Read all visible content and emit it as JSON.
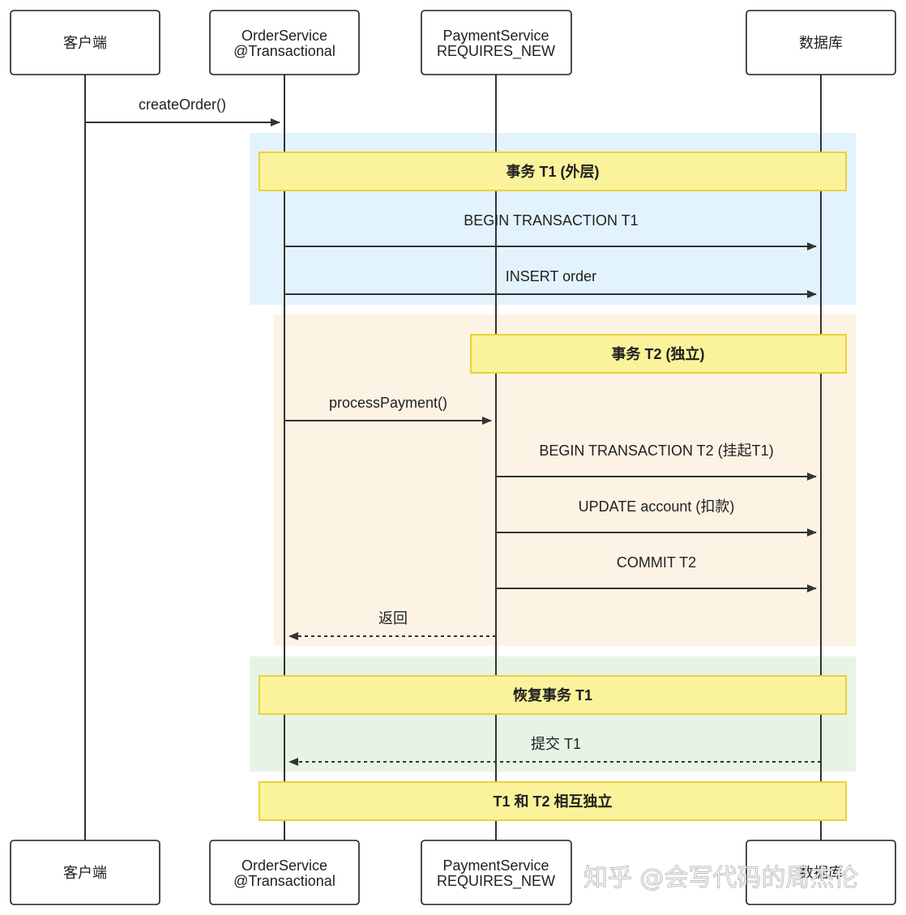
{
  "actors": [
    {
      "id": "client",
      "lines": [
        "客户端"
      ]
    },
    {
      "id": "order",
      "lines": [
        "OrderService",
        "@Transactional"
      ]
    },
    {
      "id": "payment",
      "lines": [
        "PaymentService",
        "REQUIRES_NEW"
      ]
    },
    {
      "id": "db",
      "lines": [
        "数据库"
      ]
    }
  ],
  "regions": [
    {
      "name": "outer-transaction-region",
      "color": "#e3f3fd"
    },
    {
      "name": "inner-transaction-region",
      "color": "#fdf3e4"
    },
    {
      "name": "resume-transaction-region",
      "color": "#e6f4e6"
    }
  ],
  "notes": [
    {
      "id": "note-t1-outer",
      "text": "事务 T1 (外层)"
    },
    {
      "id": "note-t2-independent",
      "text": "事务 T2 (独立)"
    },
    {
      "id": "note-resume-t1",
      "text": "恢复事务 T1"
    },
    {
      "id": "note-t1-t2-independent",
      "text": "T1 和 T2 相互独立"
    }
  ],
  "messages": [
    {
      "id": "msg-create-order",
      "from": "client",
      "to": "order",
      "text": "createOrder()",
      "dashed": false
    },
    {
      "id": "msg-begin-t1",
      "from": "order",
      "to": "db",
      "text": "BEGIN TRANSACTION T1",
      "dashed": false
    },
    {
      "id": "msg-insert-order",
      "from": "order",
      "to": "db",
      "text": "INSERT order",
      "dashed": false
    },
    {
      "id": "msg-process-payment",
      "from": "order",
      "to": "payment",
      "text": "processPayment()",
      "dashed": false
    },
    {
      "id": "msg-begin-t2",
      "from": "payment",
      "to": "db",
      "text": "BEGIN TRANSACTION T2 (挂起T1)",
      "dashed": false
    },
    {
      "id": "msg-update-account",
      "from": "payment",
      "to": "db",
      "text": "UPDATE account (扣款)",
      "dashed": false
    },
    {
      "id": "msg-commit-t2",
      "from": "payment",
      "to": "db",
      "text": "COMMIT T2",
      "dashed": false
    },
    {
      "id": "msg-return",
      "from": "payment",
      "to": "order",
      "text": "返回",
      "dashed": true
    },
    {
      "id": "msg-commit-t1",
      "from": "db",
      "to": "order",
      "text": "提交 T1",
      "dashed": true
    }
  ],
  "watermark": "知乎 @会写代码的周杰伦"
}
